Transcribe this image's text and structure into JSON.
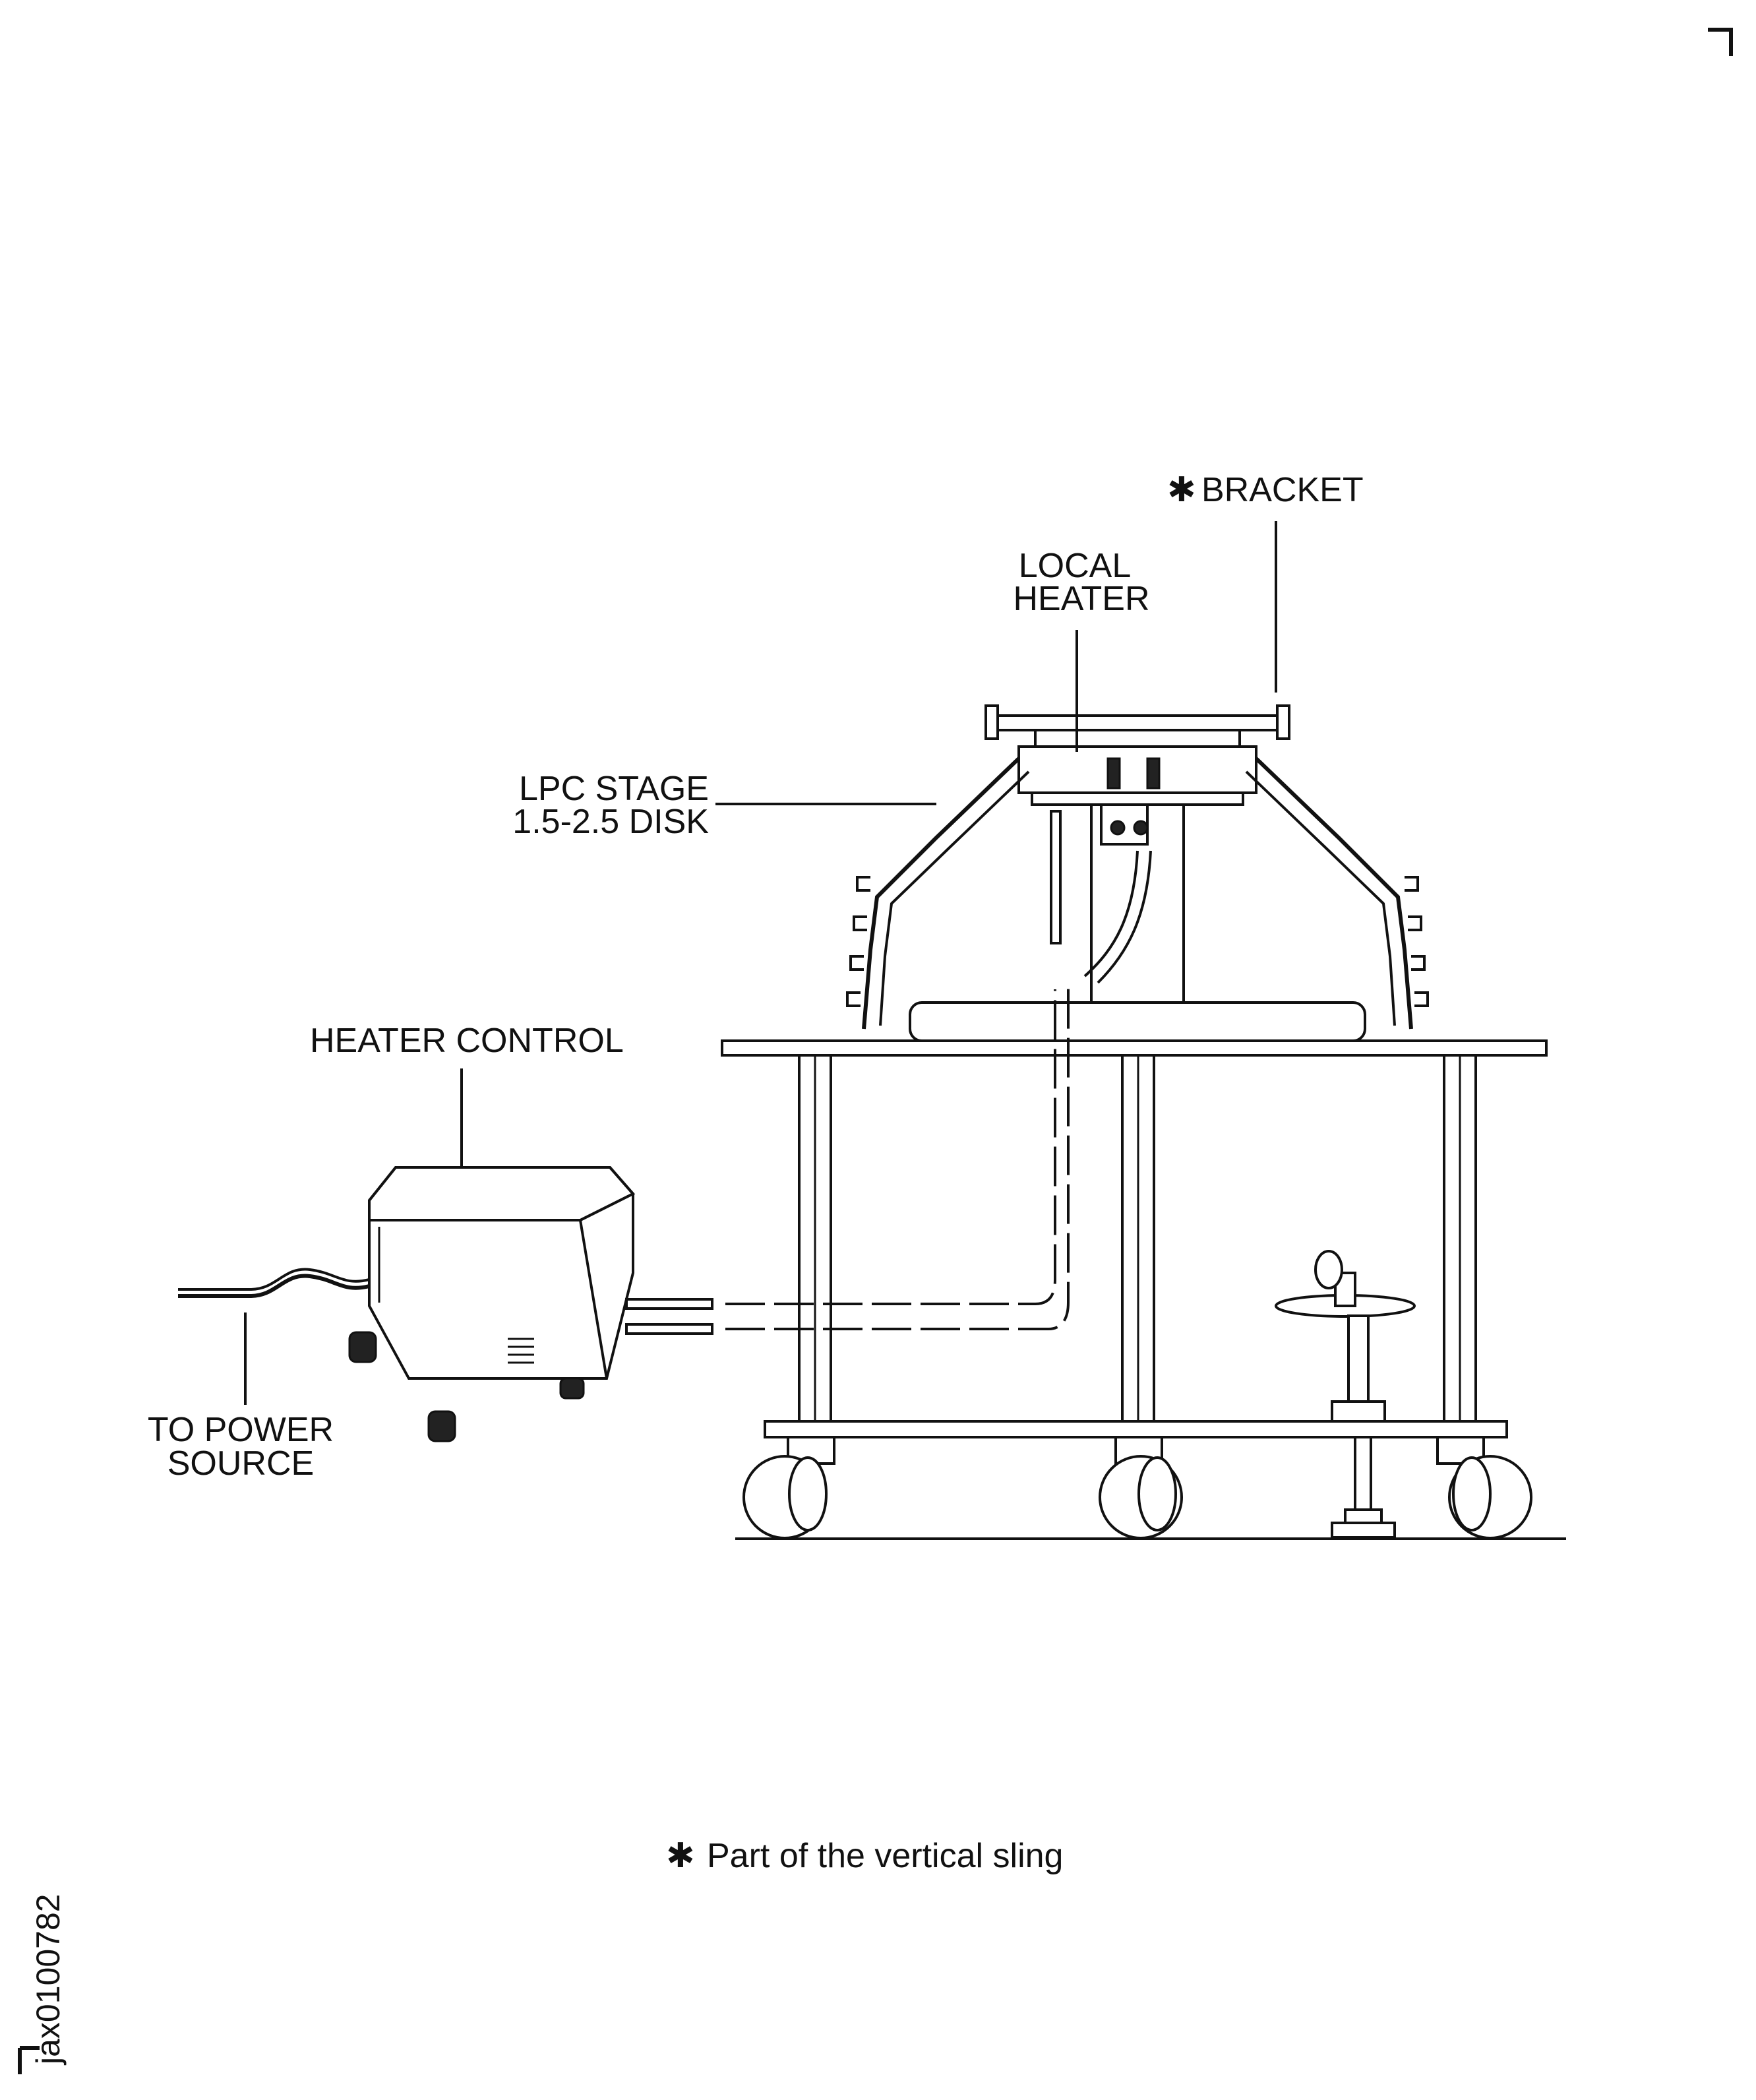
{
  "labels": {
    "bracket": "BRACKET",
    "local_heater_1": "LOCAL",
    "local_heater_2": "HEATER",
    "lpc_stage_1": "LPC STAGE",
    "lpc_stage_2": "1.5-2.5 DISK",
    "heater_control": "HEATER CONTROL",
    "power_source_1": "TO POWER",
    "power_source_2": "SOURCE"
  },
  "footnote": {
    "symbol": "✱",
    "text": "Part of the vertical sling"
  },
  "figure_id": "jax0100782",
  "colors": {
    "ink": "#111111",
    "paper": "#ffffff"
  }
}
